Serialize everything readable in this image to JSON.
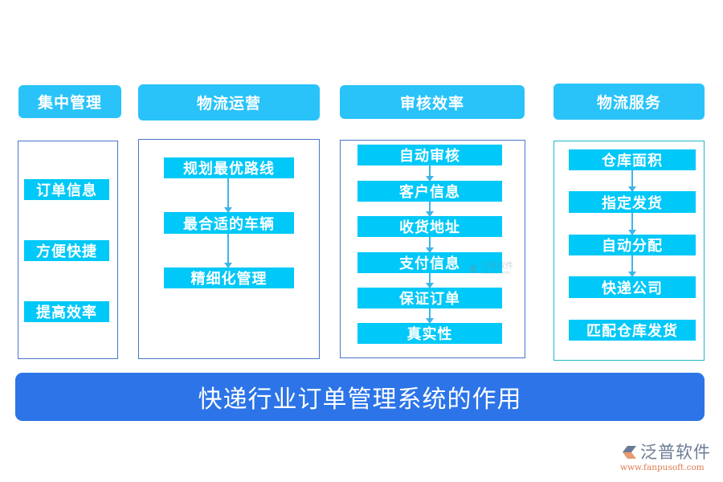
{
  "title": "快递行业订单管理系统的作用",
  "columns": [
    {
      "header": "集中管理",
      "items": [
        "订单信息",
        "方便快捷",
        "提高效率"
      ],
      "flow": false
    },
    {
      "header": "物流运营",
      "items": [
        "规划最优路线",
        "最合适的车辆",
        "精细化管理"
      ],
      "flow": true
    },
    {
      "header": "审核效率",
      "items": [
        "自动审核",
        "客户信息",
        "收货地址",
        "支付信息",
        "保证订单",
        "真实性"
      ],
      "flow": true
    },
    {
      "header": "物流服务",
      "items": [
        "仓库面积",
        "指定发货",
        "自动分配",
        "快递公司",
        "匹配仓库发货"
      ],
      "flow": "partial"
    }
  ],
  "watermark": {
    "text": "泛普软件",
    "sub": "FANPU SOFTWARE"
  },
  "brand": {
    "name": "泛普软件",
    "url": "www.fanpusoft.com"
  },
  "colors": {
    "header": "#29c3f9",
    "item": "#00c8f8",
    "panel_border": "#4a74c9",
    "panel_border_alt": "#21b8c9",
    "footer": "#2c74e8",
    "arrow": "#3fb5e8"
  }
}
